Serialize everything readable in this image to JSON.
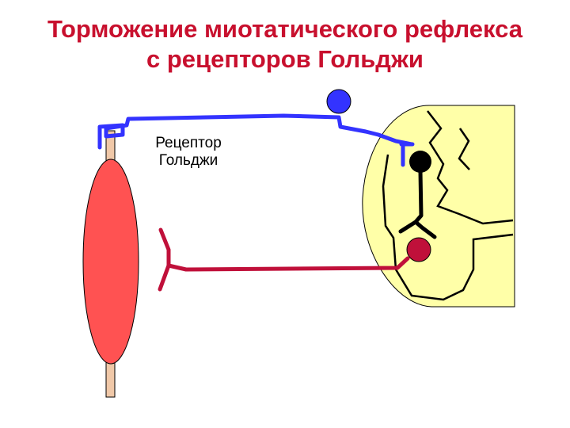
{
  "title": {
    "line1": "Торможение миотатического рефлекса",
    "line2": "с рецепторов Гольджи"
  },
  "label": {
    "line1": "Рецептор",
    "line2": "Гольджи"
  },
  "colors": {
    "title": "#c8102e",
    "muscle": "#ff5252",
    "tendon": "#f0c8a8",
    "afferent": "#3333ff",
    "efferent": "#c0103a",
    "interneuron": "#000000",
    "spinal_cord": "#ffffa8"
  }
}
